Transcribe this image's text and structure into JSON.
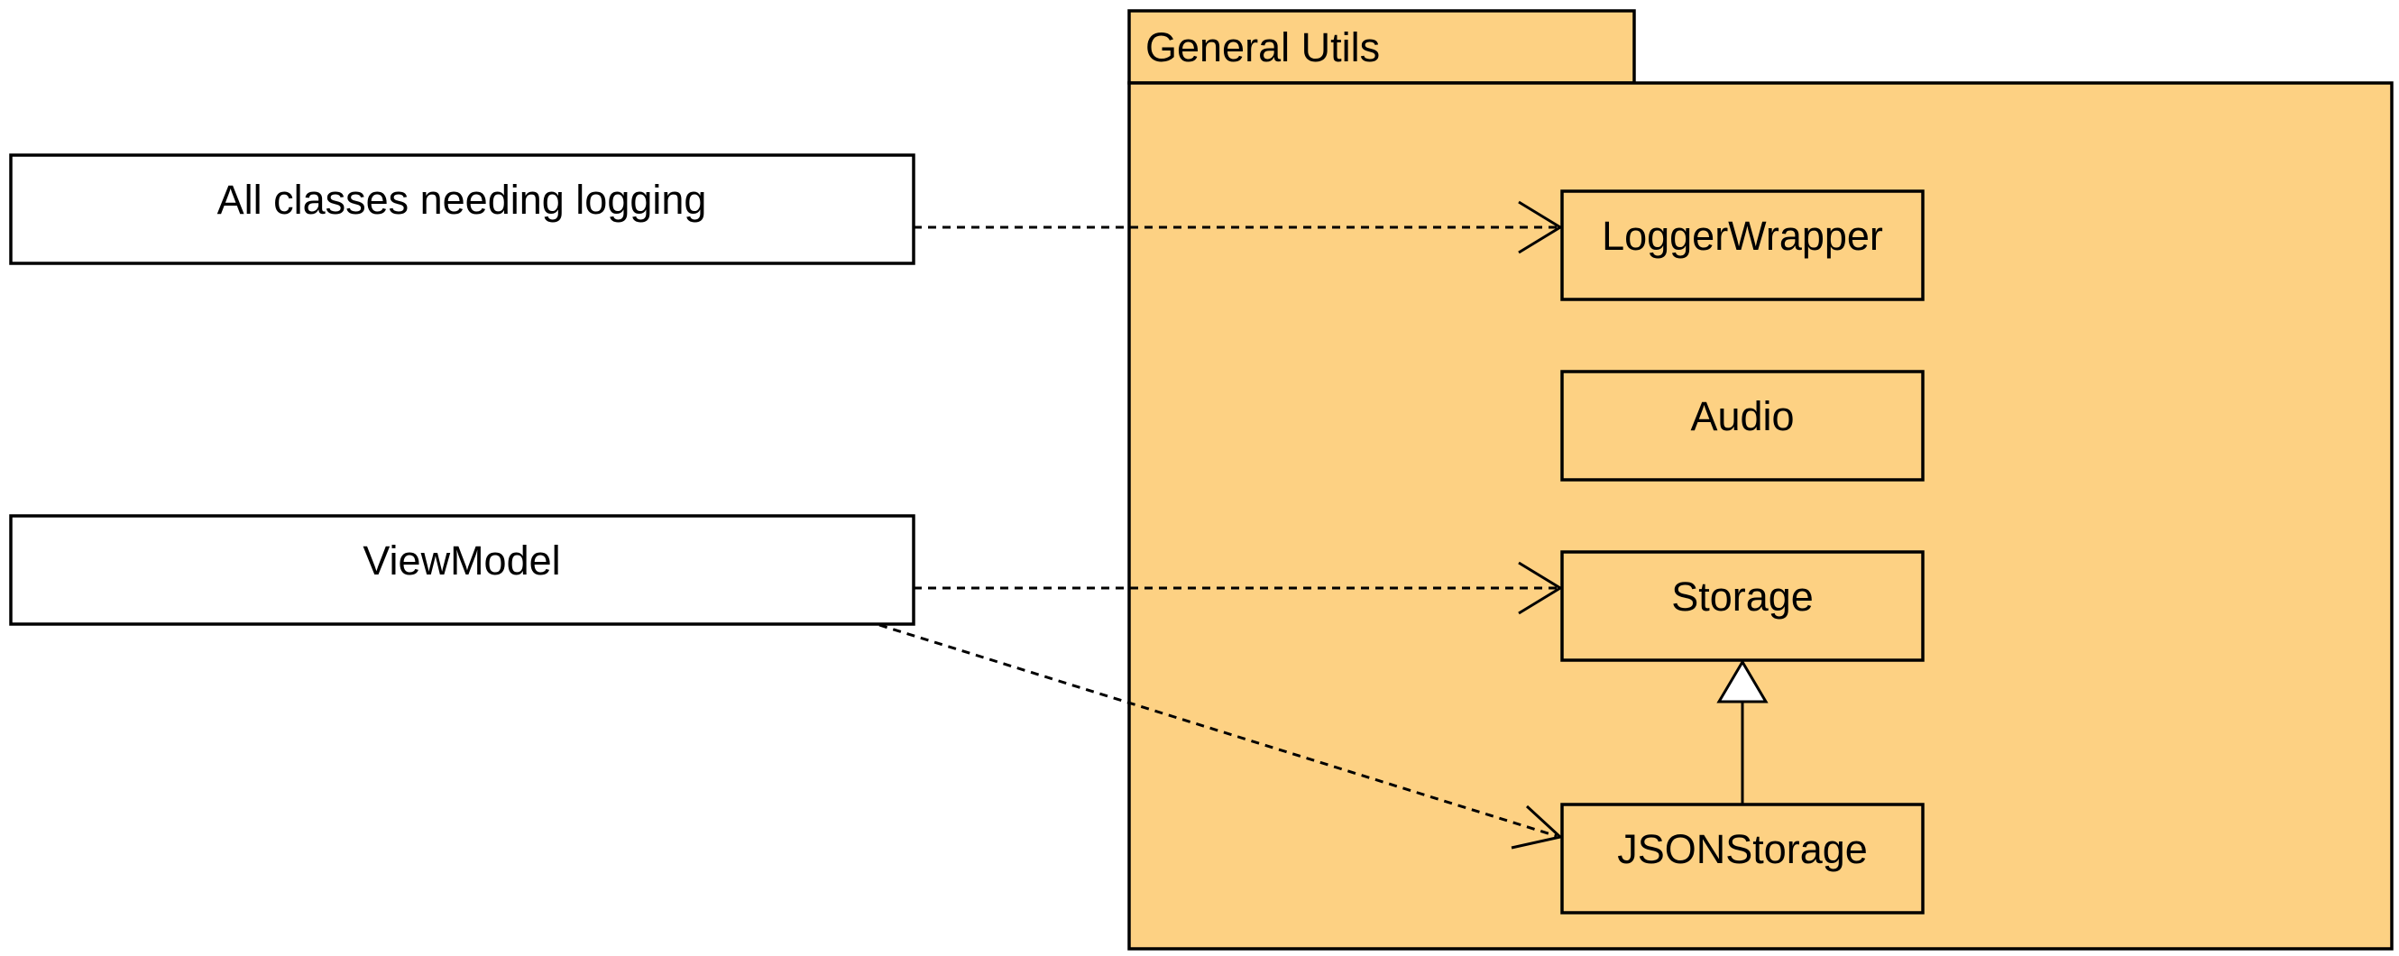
{
  "package": {
    "name": "General Utils",
    "fill_color": "#fdd183",
    "stroke_color": "#000000"
  },
  "external_classes": [
    {
      "id": "all-classes",
      "label": "All classes needing logging"
    },
    {
      "id": "viewmodel",
      "label": "ViewModel"
    }
  ],
  "package_classes": [
    {
      "id": "loggerwrapper",
      "label": "LoggerWrapper"
    },
    {
      "id": "audio",
      "label": "Audio"
    },
    {
      "id": "storage",
      "label": "Storage"
    },
    {
      "id": "jsonstorage",
      "label": "JSONStorage"
    }
  ],
  "relationships": [
    {
      "from": "All classes needing logging",
      "to": "LoggerWrapper",
      "type": "dependency"
    },
    {
      "from": "ViewModel",
      "to": "Storage",
      "type": "dependency"
    },
    {
      "from": "ViewModel",
      "to": "JSONStorage",
      "type": "dependency"
    },
    {
      "from": "JSONStorage",
      "to": "Storage",
      "type": "generalization"
    }
  ],
  "colors": {
    "class_fill": "#ffffff",
    "line": "#000000"
  }
}
